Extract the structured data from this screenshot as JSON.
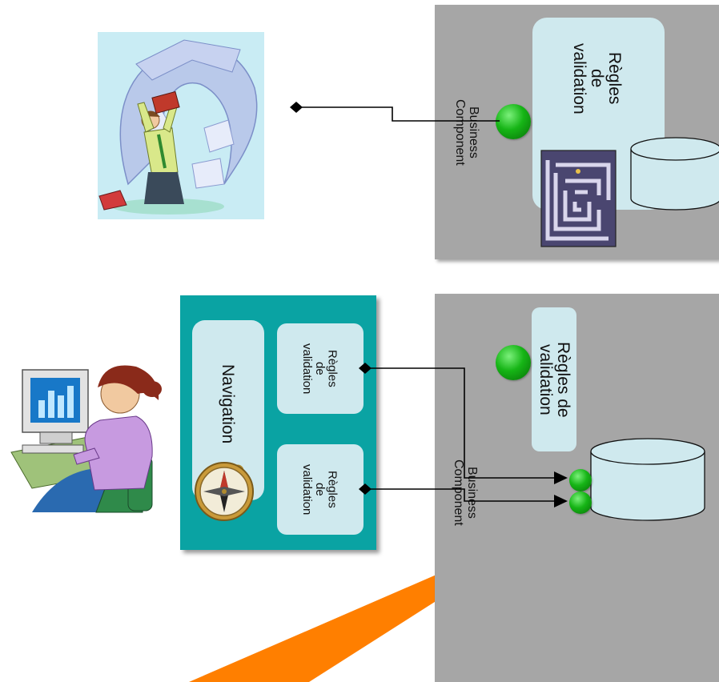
{
  "top_panel": {
    "rules_label": "Règles\nde\nvalidation",
    "component_label": "Business\nComponent"
  },
  "bottom_panel": {
    "rules_label": "Règles de\nvalidation",
    "component_label": "Business\nComponent"
  },
  "client_panel": {
    "navigation_label": "Navigation",
    "rules_top_label": "Règles\nde\nvalidation",
    "rules_bottom_label": "Règles\nde\nvalidation"
  },
  "colors": {
    "server_panel": "#a6a6a6",
    "client_panel": "#0aa3a3",
    "rule_box": "#cfe9ee",
    "connector_ball": "#16b516",
    "highlight_beam": "#ff7f00"
  },
  "icons": [
    "overwhelmed-man-clipart",
    "maze-clipart",
    "computer-user-clipart",
    "compass-icon",
    "database-cylinder-icon"
  ]
}
